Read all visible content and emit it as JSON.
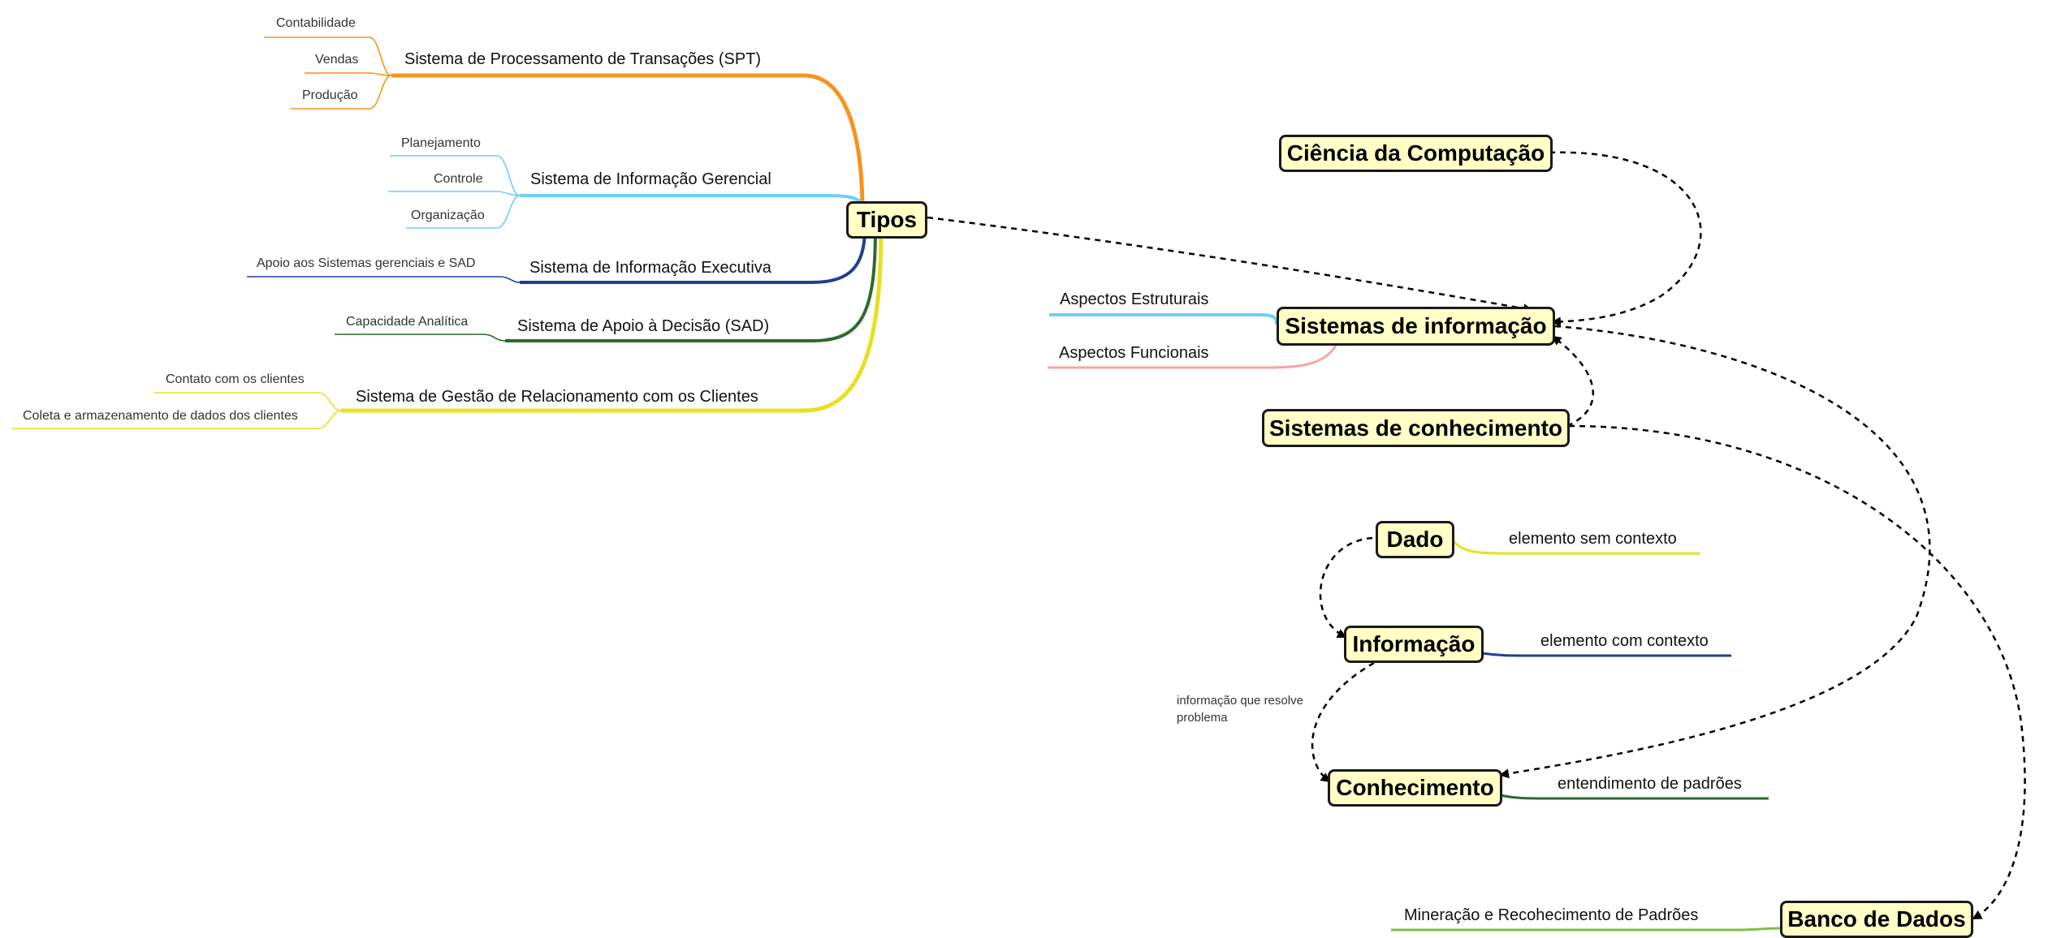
{
  "diagram": {
    "central_nodes": {
      "tipos": "Tipos",
      "ciencia": "Ciência da Computação",
      "sistemas_info": "Sistemas de informação",
      "sistemas_conhecimento": "Sistemas de conhecimento",
      "dado": "Dado",
      "informacao": "Informação",
      "conhecimento": "Conhecimento",
      "banco": "Banco de Dados"
    },
    "tipos_branches": [
      {
        "label": "Sistema de Processamento de Transações (SPT)",
        "color": "#f7941d",
        "children": [
          "Contabilidade",
          "Vendas",
          "Produção"
        ]
      },
      {
        "label": "Sistema de Informação Gerencial",
        "color": "#6dcff6",
        "children": [
          "Planejamento",
          "Controle",
          "Organização"
        ]
      },
      {
        "label": "Sistema de Informação Executiva",
        "color": "#1f3f8f",
        "children": [
          "Apoio aos Sistemas gerenciais e SAD"
        ]
      },
      {
        "label": "Sistema de Apoio à Decisão (SAD)",
        "color": "#2e6a2e",
        "children": [
          "Capacidade Analítica"
        ]
      },
      {
        "label": "Sistema de Gestão de Relacionamento com os Clientes",
        "color": "#e8e020",
        "children": [
          "Contato com os clientes",
          "Coleta e armazenamento de dados dos clientes"
        ]
      }
    ],
    "sistemas_info_branches": [
      {
        "label": "Aspectos Estruturais",
        "color": "#6dcff6"
      },
      {
        "label": "Aspectos Funcionais",
        "color": "#f4a5a5"
      }
    ],
    "dado_branch": {
      "label": "elemento sem contexto",
      "color": "#e8e020"
    },
    "informacao_branch": {
      "label": "elemento com contexto",
      "color": "#1f3f8f"
    },
    "conhecimento_branch": {
      "label": "entendimento de padrões",
      "color": "#2e6a2e"
    },
    "banco_branch": {
      "label": "Mineração e Recohecimento de Padrões",
      "color": "#7cc242"
    },
    "relationship_label": "informação que resolve problema"
  }
}
